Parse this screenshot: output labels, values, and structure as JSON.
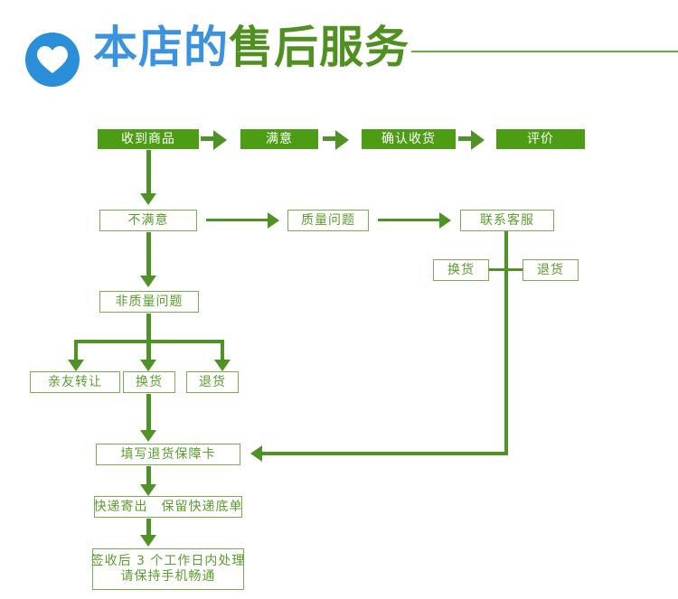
{
  "header": {
    "icon": "heart-circle-icon",
    "title_blue": "本店的",
    "title_green": "售后服务",
    "accent_blue": "#2a8fd8",
    "accent_green": "#4c9c14"
  },
  "flow": {
    "row_satisfied": [
      {
        "label": "收到商品",
        "style": "solid"
      },
      {
        "label": "满意",
        "style": "solid"
      },
      {
        "label": "确认收货",
        "style": "solid"
      },
      {
        "label": "评价",
        "style": "solid"
      }
    ],
    "row_unsatisfied": [
      {
        "label": "不满意",
        "style": "outline"
      },
      {
        "label": "质量问题",
        "style": "outline"
      },
      {
        "label": "联系客服",
        "style": "outline"
      }
    ],
    "service_options": [
      {
        "label": "换货",
        "style": "outline"
      },
      {
        "label": "退货",
        "style": "outline"
      }
    ],
    "non_quality": {
      "label": "非质量问题",
      "style": "outline"
    },
    "non_quality_options": [
      {
        "label": "亲友转让",
        "style": "outline"
      },
      {
        "label": "换货",
        "style": "outline"
      },
      {
        "label": "退货",
        "style": "outline"
      }
    ],
    "steps": [
      {
        "label": "填写退货保障卡",
        "style": "outline"
      },
      {
        "label": "快递寄出　保留快递底单",
        "style": "outline"
      }
    ],
    "final_note": {
      "line1": "签收后 3 个工作日内处理",
      "line2": "请保持手机畅通",
      "style": "outline"
    }
  }
}
